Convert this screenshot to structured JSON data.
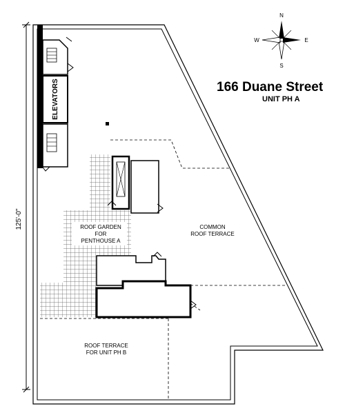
{
  "plan": {
    "title": "166 Duane Street",
    "subtitle": "UNIT PH A",
    "dimension": "125'-0\"",
    "compass": {
      "north": "N",
      "south": "S",
      "east": "E",
      "west": "W"
    },
    "labels": {
      "elevators": "ELEVATORS",
      "roof_garden": [
        "ROOF GARDEN",
        "FOR",
        "PENTHOUSE A"
      ],
      "common_terrace": [
        "COMMON",
        "ROOF TERRACE"
      ],
      "terrace_ph_b": [
        "ROOF TERRACE",
        "FOR UNIT PH B"
      ]
    }
  }
}
